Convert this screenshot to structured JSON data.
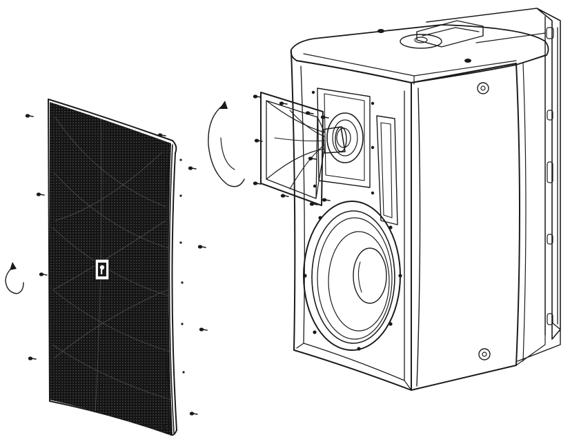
{
  "diagram": {
    "parts": [
      {
        "id": "grille",
        "name": "front-grille"
      },
      {
        "id": "grille-logo",
        "name": "grille-logo"
      },
      {
        "id": "horn",
        "name": "tweeter-horn"
      },
      {
        "id": "cabinet",
        "name": "speaker-cabinet"
      },
      {
        "id": "woofer",
        "name": "woofer-cone"
      },
      {
        "id": "bracket",
        "name": "wall-mount-bracket"
      }
    ],
    "screw_count_grille": 10,
    "screw_count_horn": 10,
    "rotation_arrows": 2,
    "colors": {
      "ink": "#1a1a1a",
      "grille_mesh": "#141414",
      "background": "#ffffff"
    }
  }
}
